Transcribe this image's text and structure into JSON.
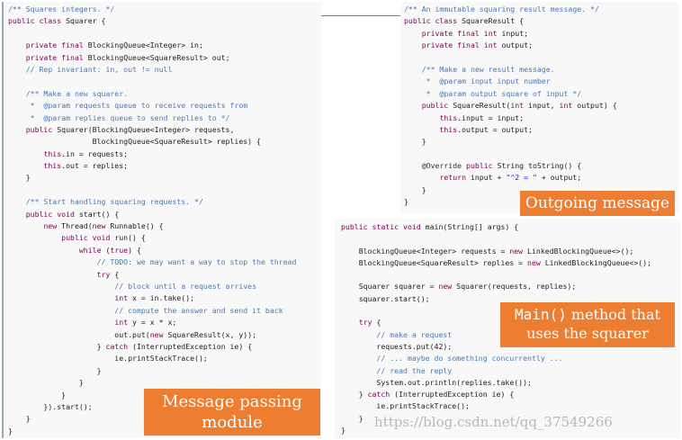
{
  "left_code": [
    "/** Squares integers. */",
    "public class Squarer {",
    "",
    "    private final BlockingQueue<Integer> in;",
    "    private final BlockingQueue<SquareResult> out;",
    "    // Rep invariant: in, out != null",
    "",
    "    /** Make a new squarer.",
    "     *  @param requests queue to receive requests from",
    "     *  @param replies queue to send replies to */",
    "    public Squarer(BlockingQueue<Integer> requests,",
    "                   BlockingQueue<SquareResult> replies) {",
    "        this.in = requests;",
    "        this.out = replies;",
    "    }",
    "",
    "    /** Start handling squaring requests. */",
    "    public void start() {",
    "        new Thread(new Runnable() {",
    "            public void run() {",
    "                while (true) {",
    "                    // TODO: we may want a way to stop the thread",
    "                    try {",
    "                        // block until a request arrives",
    "                        int x = in.take();",
    "                        // compute the answer and send it back",
    "                        int y = x * x;",
    "                        out.put(new SquareResult(x, y));",
    "                    } catch (InterruptedException ie) {",
    "                        ie.printStackTrace();",
    "                    }",
    "                }",
    "            }",
    "        }).start();",
    "    }",
    "}"
  ],
  "right_top_code": [
    "/** An immutable squaring result message. */",
    "public class SquareResult {",
    "    private final int input;",
    "    private final int output;",
    "",
    "    /** Make a new result message.",
    "     *  @param input input number",
    "     *  @param output square of input */",
    "    public SquareResult(int input, int output) {",
    "        this.input = input;",
    "        this.output = output;",
    "    }",
    "",
    "    @Override public String toString() {",
    "        return input + \"^2 = \" + output;",
    "    }",
    "}"
  ],
  "right_bottom_code": [
    "public static void main(String[] args) {",
    "",
    "    BlockingQueue<Integer> requests = new LinkedBlockingQueue<>();",
    "    BlockingQueue<SquareResult> replies = new LinkedBlockingQueue<>();",
    "",
    "    Squarer squarer = new Squarer(requests, replies);",
    "    squarer.start();",
    "",
    "    try {",
    "        // make a request",
    "        requests.put(42);",
    "        // ... maybe do something concurrently ...",
    "        // read the reply",
    "        System.out.println(replies.take());",
    "    } catch (InterruptedException ie) {",
    "        ie.printStackTrace();",
    "    }",
    "}"
  ],
  "tags": {
    "passing_line1": "Message passing",
    "passing_line2": "module",
    "outgoing": "Outgoing message",
    "main_mono": "Main()",
    "main_text1": " method that",
    "main_text2": "uses the squarer"
  },
  "watermark": "https://blog.csdn.net/qq_37549266",
  "colors": {
    "tag_bg": "#ed7d31",
    "keyword": "#7f0055",
    "comment": "#4a78b8",
    "string": "#2a00ff",
    "panel_bg": "#f8f8f8"
  }
}
